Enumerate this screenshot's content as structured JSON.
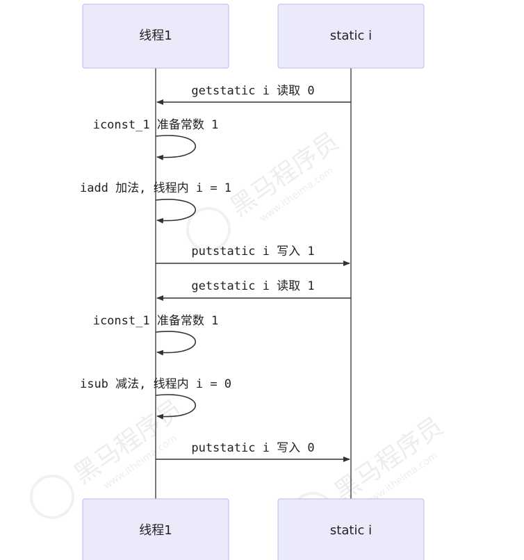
{
  "actors": {
    "thread": "线程1",
    "static": "static i"
  },
  "messages": [
    {
      "text": "getstatic i 读取 0",
      "from": "static",
      "to": "thread"
    },
    {
      "text": "iconst_1 准备常数 1",
      "from": "thread",
      "to": "thread"
    },
    {
      "text": "iadd 加法, 线程内 i = 1",
      "from": "thread",
      "to": "thread"
    },
    {
      "text": "putstatic i 写入 1",
      "from": "thread",
      "to": "static"
    },
    {
      "text": "getstatic i 读取 1",
      "from": "static",
      "to": "thread"
    },
    {
      "text": "iconst_1 准备常数 1",
      "from": "thread",
      "to": "thread"
    },
    {
      "text": "isub 减法, 线程内 i = 0",
      "from": "thread",
      "to": "thread"
    },
    {
      "text": "putstatic i 写入 0",
      "from": "thread",
      "to": "static"
    }
  ],
  "watermark": {
    "brand": "黑马程序员",
    "url": "www.itheima.com"
  },
  "colors": {
    "actor_fill": "#eaeafb",
    "actor_stroke": "#b8b8f0",
    "line": "#333333"
  }
}
